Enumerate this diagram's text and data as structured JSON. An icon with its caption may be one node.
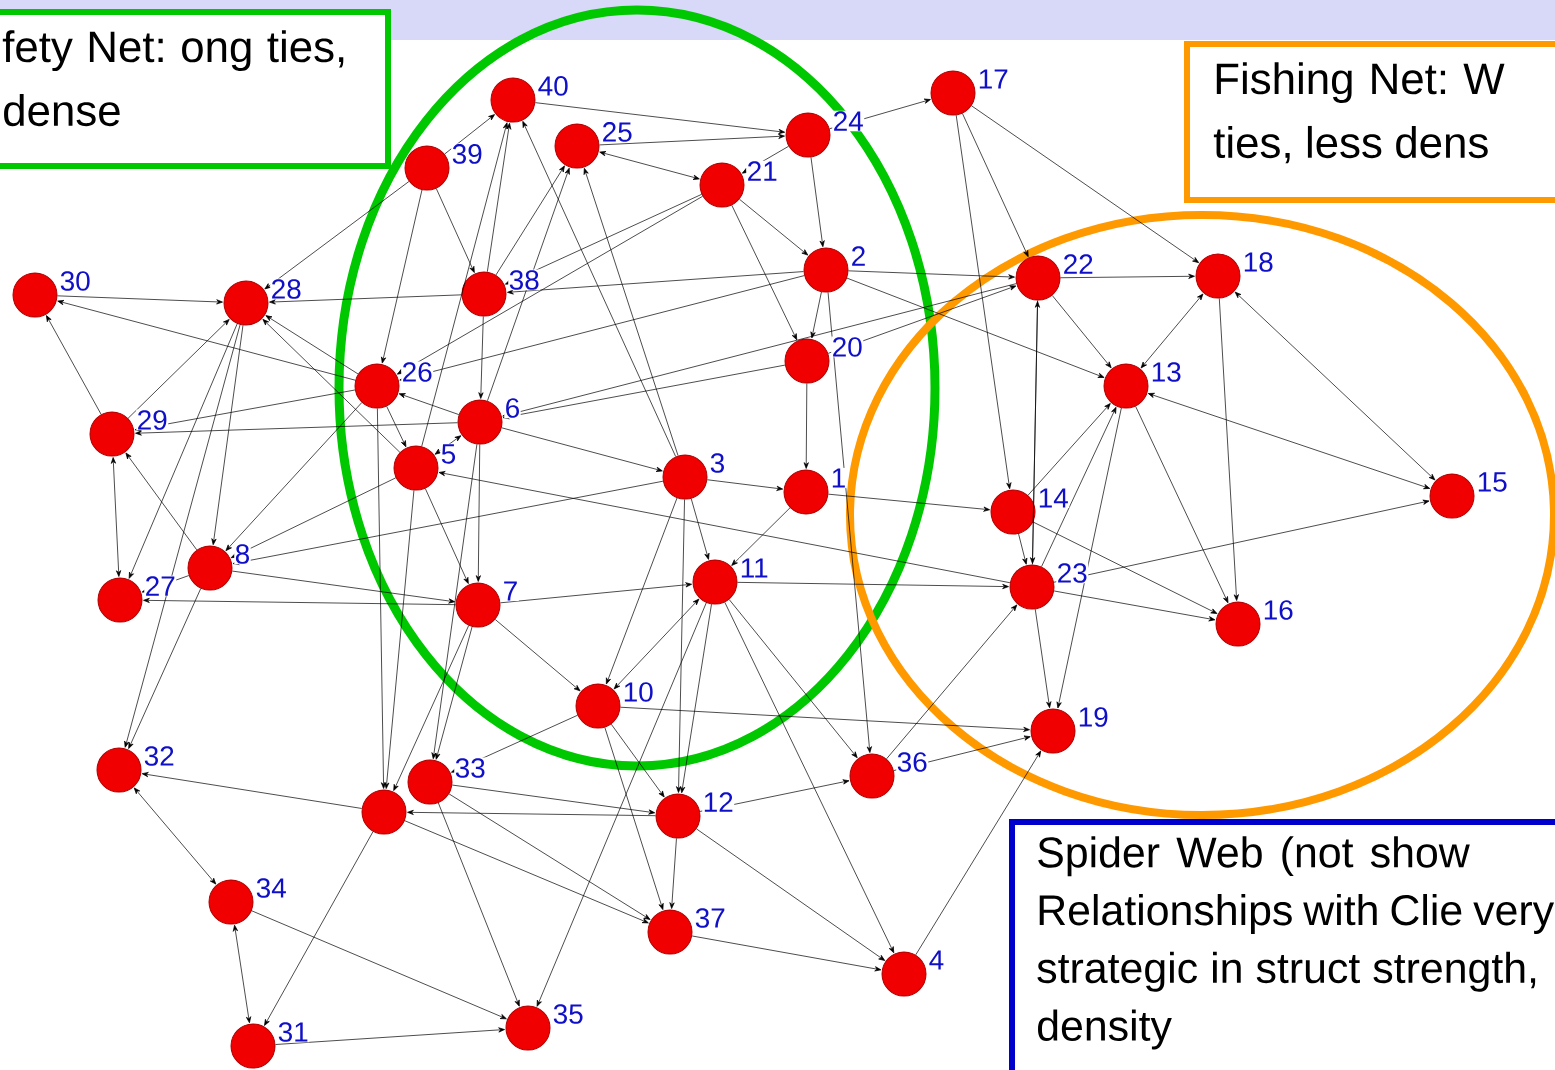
{
  "diagram": {
    "nodes": [
      {
        "text": [
          "fety Net: ong ties, dense"
        ]
      },
      {
        "text": [
          "Fishing Net: W ties, less dens"
        ]
      },
      {
        "text": [],
        "shape": "circle",
        "beside": [
          "17"
        ]
      },
      {
        "text": [],
        "shape": "circle",
        "beside": [
          "40"
        ]
      },
      {
        "text": [],
        "shape": "circle",
        "beside": [
          "24"
        ]
      },
      {
        "text": [],
        "shape": "circle",
        "beside": [
          "25"
        ]
      },
      {
        "text": [],
        "shape": "circle",
        "beside": [
          "39"
        ]
      },
      {
        "text": [],
        "shape": "circle",
        "beside": [
          "21"
        ]
      },
      {
        "text": [],
        "shape": "circle",
        "beside": [
          "2"
        ]
      },
      {
        "text": [],
        "shape": "circle",
        "beside": [
          "18"
        ]
      },
      {
        "text": [],
        "shape": "circle",
        "beside": [
          "22"
        ]
      },
      {
        "text": [],
        "shape": "circle",
        "beside": [
          "38"
        ]
      },
      {
        "text": [],
        "shape": "circle",
        "beside": [
          "30"
        ]
      },
      {
        "text": [],
        "shape": "circle",
        "beside": [
          "28"
        ]
      },
      {
        "text": [],
        "shape": "circle",
        "beside": [
          "20"
        ]
      },
      {
        "text": [],
        "shape": "circle",
        "beside": [
          "26"
        ]
      },
      {
        "text": [],
        "shape": "circle",
        "beside": [
          "13"
        ]
      },
      {
        "text": [],
        "shape": "circle",
        "beside": [
          "6"
        ]
      },
      {
        "text": [],
        "shape": "circle",
        "beside": [
          "29"
        ]
      },
      {
        "text": [],
        "shape": "circle",
        "beside": [
          "5"
        ]
      },
      {
        "text": [],
        "shape": "circle",
        "beside": [
          "3"
        ]
      },
      {
        "text": [],
        "shape": "circle",
        "beside": [
          "1"
        ]
      },
      {
        "text": [],
        "shape": "circle",
        "beside": [
          "15"
        ]
      },
      {
        "text": [],
        "shape": "circle",
        "beside": [
          "14"
        ]
      },
      {
        "text": [],
        "shape": "circle",
        "beside": [
          "8"
        ]
      },
      {
        "text": [],
        "shape": "circle",
        "beside": [
          "11"
        ]
      },
      {
        "text": [],
        "shape": "circle",
        "beside": [
          "23"
        ]
      },
      {
        "text": [],
        "shape": "circle",
        "beside": [
          "27"
        ]
      },
      {
        "text": [],
        "shape": "circle",
        "beside": [
          "7"
        ]
      },
      {
        "text": [],
        "shape": "circle",
        "beside": [
          "16"
        ]
      },
      {
        "text": [],
        "shape": "circle",
        "beside": [
          "10"
        ]
      },
      {
        "text": [],
        "shape": "circle",
        "beside": [
          "19"
        ]
      },
      {
        "text": [],
        "shape": "circle",
        "beside": [
          "32"
        ]
      },
      {
        "text": [],
        "shape": "circle",
        "beside": [
          "36"
        ]
      },
      {
        "text": [],
        "shape": "circle",
        "beside": [
          "33"
        ]
      },
      {
        "text": [],
        "shape": "circle"
      },
      {
        "text": [],
        "shape": "circle",
        "beside": [
          "12"
        ]
      },
      {
        "text": [],
        "shape": "circle",
        "beside": [
          "34"
        ]
      },
      {
        "text": [],
        "shape": "circle",
        "beside": [
          "37"
        ]
      },
      {
        "text": [],
        "shape": "circle",
        "beside": [
          "4"
        ]
      },
      {
        "text": [],
        "shape": "circle",
        "beside": [
          "35"
        ]
      },
      {
        "text": [],
        "shape": "circle",
        "beside": [
          "31"
        ]
      },
      {
        "text": [
          "Spider Web (not show Relationships with Clie very strategic in struct strength, density"
        ]
      }
    ],
    "edges": [
      {
        "from": 12,
        "to": 13,
        "arrow": "to"
      },
      {
        "from": 15,
        "to": 12,
        "arrow": "to"
      },
      {
        "from": 18,
        "to": 12,
        "arrow": "to"
      },
      {
        "from": 15,
        "to": 13,
        "arrow": "to"
      },
      {
        "from": 18,
        "to": 13,
        "arrow": "to"
      },
      {
        "from": 18,
        "to": 27,
        "arrow": "both"
      },
      {
        "from": 24,
        "to": 18,
        "arrow": "to"
      },
      {
        "from": 13,
        "to": 27,
        "arrow": "to"
      },
      {
        "from": 13,
        "to": 24,
        "arrow": "to"
      },
      {
        "from": 24,
        "to": 27,
        "arrow": "to"
      },
      {
        "from": 24,
        "to": 32,
        "arrow": "to"
      },
      {
        "from": 13,
        "to": 32,
        "arrow": "to"
      },
      {
        "from": 32,
        "to": 37,
        "arrow": "both"
      },
      {
        "from": 37,
        "to": 41,
        "arrow": "both"
      },
      {
        "from": 41,
        "to": 40,
        "arrow": "to"
      },
      {
        "from": 37,
        "to": 40,
        "arrow": "to"
      },
      {
        "from": 35,
        "to": 41,
        "arrow": "to"
      },
      {
        "from": 35,
        "to": 32,
        "arrow": "to"
      },
      {
        "from": 34,
        "to": 40,
        "arrow": "to"
      },
      {
        "from": 25,
        "to": 40,
        "arrow": "to"
      },
      {
        "from": 35,
        "to": 38,
        "arrow": "to"
      },
      {
        "from": 34,
        "to": 38,
        "arrow": "to"
      },
      {
        "from": 36,
        "to": 38,
        "arrow": "to"
      },
      {
        "from": 30,
        "to": 38,
        "arrow": "to"
      },
      {
        "from": 25,
        "to": 39,
        "arrow": "to"
      },
      {
        "from": 38,
        "to": 39,
        "arrow": "to"
      },
      {
        "from": 36,
        "to": 39,
        "arrow": "to"
      },
      {
        "from": 39,
        "to": 31,
        "arrow": "to"
      },
      {
        "from": 33,
        "to": 31,
        "arrow": "to"
      },
      {
        "from": 26,
        "to": 31,
        "arrow": "to"
      },
      {
        "from": 16,
        "to": 31,
        "arrow": "to"
      },
      {
        "from": 23,
        "to": 16,
        "arrow": "to"
      },
      {
        "from": 26,
        "to": 16,
        "arrow": "to"
      },
      {
        "from": 10,
        "to": 16,
        "arrow": "to"
      },
      {
        "from": 9,
        "to": 16,
        "arrow": "both"
      },
      {
        "from": 16,
        "to": 22,
        "arrow": "both"
      },
      {
        "from": 9,
        "to": 22,
        "arrow": "both"
      },
      {
        "from": 26,
        "to": 22,
        "arrow": "to"
      },
      {
        "from": 26,
        "to": 29,
        "arrow": "to"
      },
      {
        "from": 16,
        "to": 29,
        "arrow": "to"
      },
      {
        "from": 9,
        "to": 29,
        "arrow": "to"
      },
      {
        "from": 23,
        "to": 29,
        "arrow": "to"
      },
      {
        "from": 2,
        "to": 10,
        "arrow": "to"
      },
      {
        "from": 2,
        "to": 23,
        "arrow": "to"
      },
      {
        "from": 4,
        "to": 2,
        "arrow": "to"
      },
      {
        "from": 2,
        "to": 9,
        "arrow": "to"
      },
      {
        "from": 10,
        "to": 9,
        "arrow": "to"
      },
      {
        "from": 26,
        "to": 10,
        "arrow": "to"
      },
      {
        "from": 23,
        "to": 26,
        "arrow": "to"
      },
      {
        "from": 10,
        "to": 26,
        "arrow": "to"
      },
      {
        "from": 8,
        "to": 10,
        "arrow": "to"
      },
      {
        "from": 8,
        "to": 16,
        "arrow": "to"
      },
      {
        "from": 14,
        "to": 10,
        "arrow": "to"
      },
      {
        "from": 21,
        "to": 23,
        "arrow": "to"
      },
      {
        "from": 25,
        "to": 26,
        "arrow": "to"
      },
      {
        "from": 30,
        "to": 31,
        "arrow": "to"
      },
      {
        "from": 36,
        "to": 33,
        "arrow": "to"
      },
      {
        "from": 33,
        "to": 26,
        "arrow": "to"
      },
      {
        "from": 25,
        "to": 33,
        "arrow": "to"
      },
      {
        "from": 8,
        "to": 33,
        "arrow": "to"
      },
      {
        "from": 6,
        "to": 3,
        "arrow": "to"
      },
      {
        "from": 11,
        "to": 3,
        "arrow": "to"
      },
      {
        "from": 19,
        "to": 3,
        "arrow": "to"
      },
      {
        "from": 20,
        "to": 3,
        "arrow": "to"
      },
      {
        "from": 3,
        "to": 4,
        "arrow": "to"
      },
      {
        "from": 5,
        "to": 4,
        "arrow": "to"
      },
      {
        "from": 5,
        "to": 7,
        "arrow": "both"
      },
      {
        "from": 11,
        "to": 5,
        "arrow": "to"
      },
      {
        "from": 20,
        "to": 5,
        "arrow": "to"
      },
      {
        "from": 17,
        "to": 5,
        "arrow": "to"
      },
      {
        "from": 6,
        "to": 11,
        "arrow": "to"
      },
      {
        "from": 6,
        "to": 15,
        "arrow": "to"
      },
      {
        "from": 11,
        "to": 17,
        "arrow": "to"
      },
      {
        "from": 17,
        "to": 15,
        "arrow": "to"
      },
      {
        "from": 15,
        "to": 19,
        "arrow": "to"
      },
      {
        "from": 19,
        "to": 17,
        "arrow": "both"
      },
      {
        "from": 17,
        "to": 20,
        "arrow": "to"
      },
      {
        "from": 20,
        "to": 21,
        "arrow": "to"
      },
      {
        "from": 7,
        "to": 8,
        "arrow": "to"
      },
      {
        "from": 4,
        "to": 8,
        "arrow": "to"
      },
      {
        "from": 7,
        "to": 14,
        "arrow": "to"
      },
      {
        "from": 8,
        "to": 14,
        "arrow": "to"
      },
      {
        "from": 14,
        "to": 21,
        "arrow": "to"
      },
      {
        "from": 4,
        "to": 7,
        "arrow": "to"
      },
      {
        "from": 20,
        "to": 25,
        "arrow": "to"
      },
      {
        "from": 21,
        "to": 25,
        "arrow": "to"
      },
      {
        "from": 28,
        "to": 25,
        "arrow": "to"
      },
      {
        "from": 25,
        "to": 30,
        "arrow": "both"
      },
      {
        "from": 20,
        "to": 30,
        "arrow": "to"
      },
      {
        "from": 28,
        "to": 30,
        "arrow": "to"
      },
      {
        "from": 17,
        "to": 28,
        "arrow": "to"
      },
      {
        "from": 19,
        "to": 28,
        "arrow": "to"
      },
      {
        "from": 28,
        "to": 34,
        "arrow": "to"
      },
      {
        "from": 28,
        "to": 35,
        "arrow": "to"
      },
      {
        "from": 19,
        "to": 35,
        "arrow": "to"
      },
      {
        "from": 15,
        "to": 35,
        "arrow": "to"
      },
      {
        "from": 17,
        "to": 34,
        "arrow": "to"
      },
      {
        "from": 25,
        "to": 36,
        "arrow": "to"
      },
      {
        "from": 20,
        "to": 36,
        "arrow": "to"
      },
      {
        "from": 30,
        "to": 36,
        "arrow": "to"
      },
      {
        "from": 30,
        "to": 34,
        "arrow": "to"
      },
      {
        "from": 36,
        "to": 35,
        "arrow": "to"
      },
      {
        "from": 34,
        "to": 36,
        "arrow": "to"
      },
      {
        "from": 24,
        "to": 28,
        "arrow": "to"
      },
      {
        "from": 28,
        "to": 27,
        "arrow": "to"
      },
      {
        "from": 20,
        "to": 24,
        "arrow": "to"
      },
      {
        "from": 15,
        "to": 24,
        "arrow": "to"
      },
      {
        "from": 19,
        "to": 24,
        "arrow": "to"
      },
      {
        "from": 17,
        "to": 18,
        "arrow": "to"
      },
      {
        "from": 15,
        "to": 18,
        "arrow": "to"
      },
      {
        "from": 19,
        "to": 13,
        "arrow": "to"
      },
      {
        "from": 11,
        "to": 13,
        "arrow": "to"
      },
      {
        "from": 6,
        "to": 13,
        "arrow": "to"
      },
      {
        "from": 7,
        "to": 11,
        "arrow": "to"
      },
      {
        "from": 8,
        "to": 11,
        "arrow": "to"
      },
      {
        "from": 7,
        "to": 15,
        "arrow": "to"
      },
      {
        "from": 14,
        "to": 17,
        "arrow": "to"
      },
      {
        "from": 8,
        "to": 15,
        "arrow": "to"
      },
      {
        "from": 26,
        "to": 19,
        "arrow": "to"
      },
      {
        "from": 10,
        "to": 17,
        "arrow": "to"
      }
    ]
  }
}
